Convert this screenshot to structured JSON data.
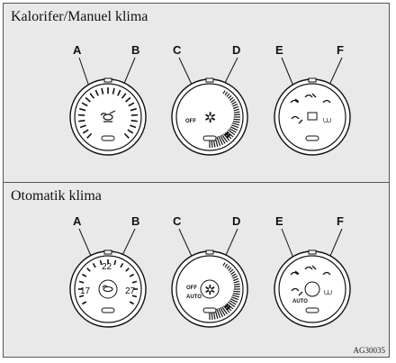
{
  "sections": [
    {
      "title": "Kalorifer/Manuel klima",
      "labels": [
        "A",
        "B",
        "C",
        "D",
        "E",
        "F"
      ],
      "dials": [
        {
          "kind": "temperature-manual"
        },
        {
          "kind": "fan-speed",
          "off_label": "OFF"
        },
        {
          "kind": "mode-select"
        }
      ]
    },
    {
      "title": "Otomatik klima",
      "labels": [
        "A",
        "B",
        "C",
        "D",
        "E",
        "F"
      ],
      "dials": [
        {
          "kind": "temperature-auto",
          "temps": [
            "17",
            "22",
            "27"
          ]
        },
        {
          "kind": "fan-speed-auto",
          "off_label": "OFF",
          "auto_label": "AUTO"
        },
        {
          "kind": "mode-select-auto",
          "auto_label": "AUTO"
        }
      ]
    }
  ],
  "figure_code": "AG30035",
  "colors": {
    "panel": "#e9e9e9",
    "line": "#111111"
  }
}
